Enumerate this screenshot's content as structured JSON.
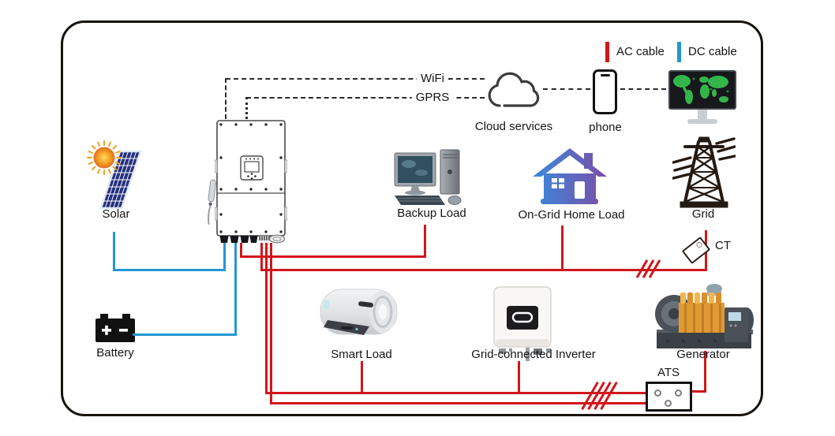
{
  "legend": {
    "ac_cable": {
      "label": "AC cable",
      "color": "#d2161b"
    },
    "dc_cable": {
      "label": "DC cable",
      "color": "#2596d3"
    }
  },
  "comms": {
    "wifi_label": "WiFi",
    "gprs_label": "GPRS",
    "cloud_label": "Cloud services",
    "phone_label": "phone"
  },
  "nodes": {
    "solar": "Solar",
    "battery": "Battery",
    "backup_load": "Backup Load",
    "on_grid_home_load": "On-Grid Home Load",
    "grid": "Grid",
    "ct": "CT",
    "smart_load": "Smart Load",
    "grid_connected_inverter": "Grid-connected Inverter",
    "generator": "Generator",
    "ats": "ATS"
  },
  "icons": {
    "sun": "sun-icon",
    "solar_panel": "solar-panel-icon",
    "battery": "battery-icon",
    "hybrid_inverter": "hybrid-inverter-icon",
    "wifi_antenna": "wifi-antenna-icon",
    "cloud": "cloud-icon",
    "phone": "phone-icon",
    "monitor": "monitor-icon",
    "desktop_computer": "desktop-computer-icon",
    "house": "house-icon",
    "transmission_tower": "transmission-tower-icon",
    "ct_sensor": "ct-sensor-icon",
    "water_heater": "water-heater-icon",
    "string_inverter": "string-inverter-icon",
    "generator": "generator-icon",
    "ats_box": "ats-switch-icon"
  },
  "colors": {
    "ac_wire": "#d2161b",
    "dc_wire": "#2596d3",
    "outline": "#1a1a1a"
  }
}
